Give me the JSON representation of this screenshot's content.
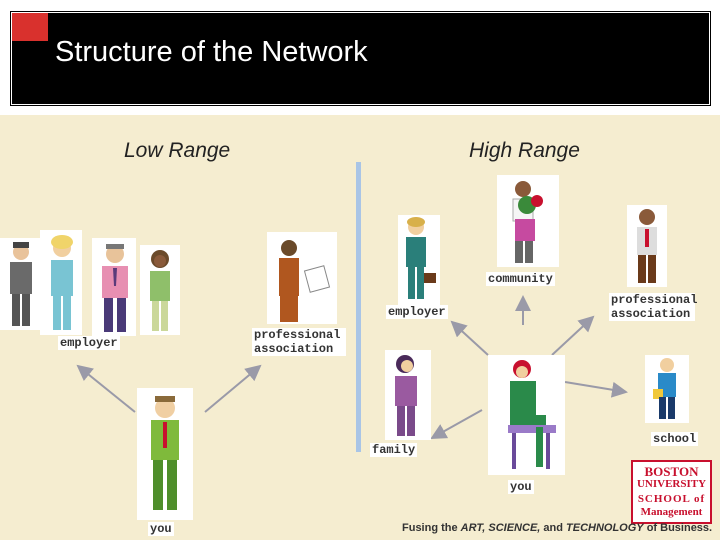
{
  "title": "Structure of the Network",
  "low_range_label": "Low Range",
  "high_range_label": "High Range",
  "left": {
    "employer": "employer",
    "professional_association": "professional association",
    "you": "you"
  },
  "right": {
    "community": "community",
    "employer": "employer",
    "professional_association": "professional association",
    "family": "family",
    "school": "school",
    "you": "you"
  },
  "footer": {
    "prefix": "Fusing the ",
    "art": "ART, SCIENCE,",
    "mid": " and ",
    "tech": "TECHNOLOGY",
    "suffix": " of Business."
  },
  "logo": {
    "line1": "BOSTON",
    "line2": "UNIVERSITY",
    "line3": "SCHOOL of",
    "line4": "Management"
  },
  "colors": {
    "accent_red": "#d9312d",
    "divider_blue": "#a9c5e6",
    "arrow_gray": "#9a9aa8",
    "background": "#f5edd0"
  }
}
